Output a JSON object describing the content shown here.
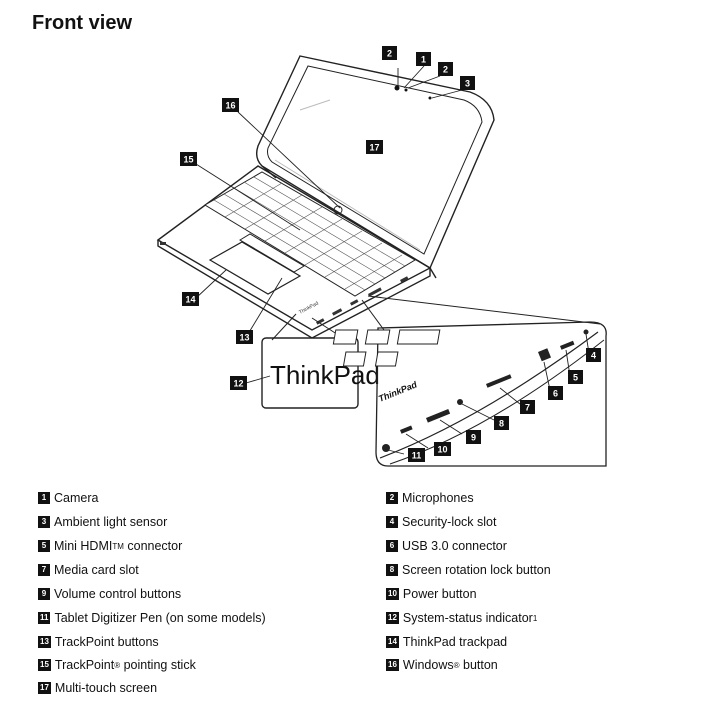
{
  "title": "Front view",
  "logo_text": "ThinkPad",
  "callouts": [
    "1",
    "2",
    "2",
    "3",
    "4",
    "5",
    "6",
    "7",
    "8",
    "9",
    "10",
    "11",
    "12",
    "13",
    "14",
    "15",
    "16",
    "17"
  ],
  "legend": [
    {
      "num": "1",
      "label": "Camera"
    },
    {
      "num": "2",
      "label": "Microphones"
    },
    {
      "num": "3",
      "label": "Ambient light sensor"
    },
    {
      "num": "4",
      "label": "Security-lock slot"
    },
    {
      "num": "5",
      "label": "Mini HDMI",
      "sup": "TM",
      "suffix": " connector"
    },
    {
      "num": "6",
      "label": "USB 3.0 connector"
    },
    {
      "num": "7",
      "label": "Media card slot"
    },
    {
      "num": "8",
      "label": "Screen rotation lock button"
    },
    {
      "num": "9",
      "label": "Volume control buttons"
    },
    {
      "num": "10",
      "label": "Power button"
    },
    {
      "num": "11",
      "label": "Tablet Digitizer Pen (on some models)"
    },
    {
      "num": "12",
      "label": "System-status indicator",
      "sup": "1"
    },
    {
      "num": "13",
      "label": "TrackPoint buttons"
    },
    {
      "num": "14",
      "label": "ThinkPad trackpad"
    },
    {
      "num": "15",
      "label": "TrackPoint",
      "sup": "®",
      "suffix": " pointing stick"
    },
    {
      "num": "16",
      "label": "Windows",
      "sup": "®",
      "suffix": " button"
    },
    {
      "num": "17",
      "label": "Multi-touch screen"
    }
  ]
}
